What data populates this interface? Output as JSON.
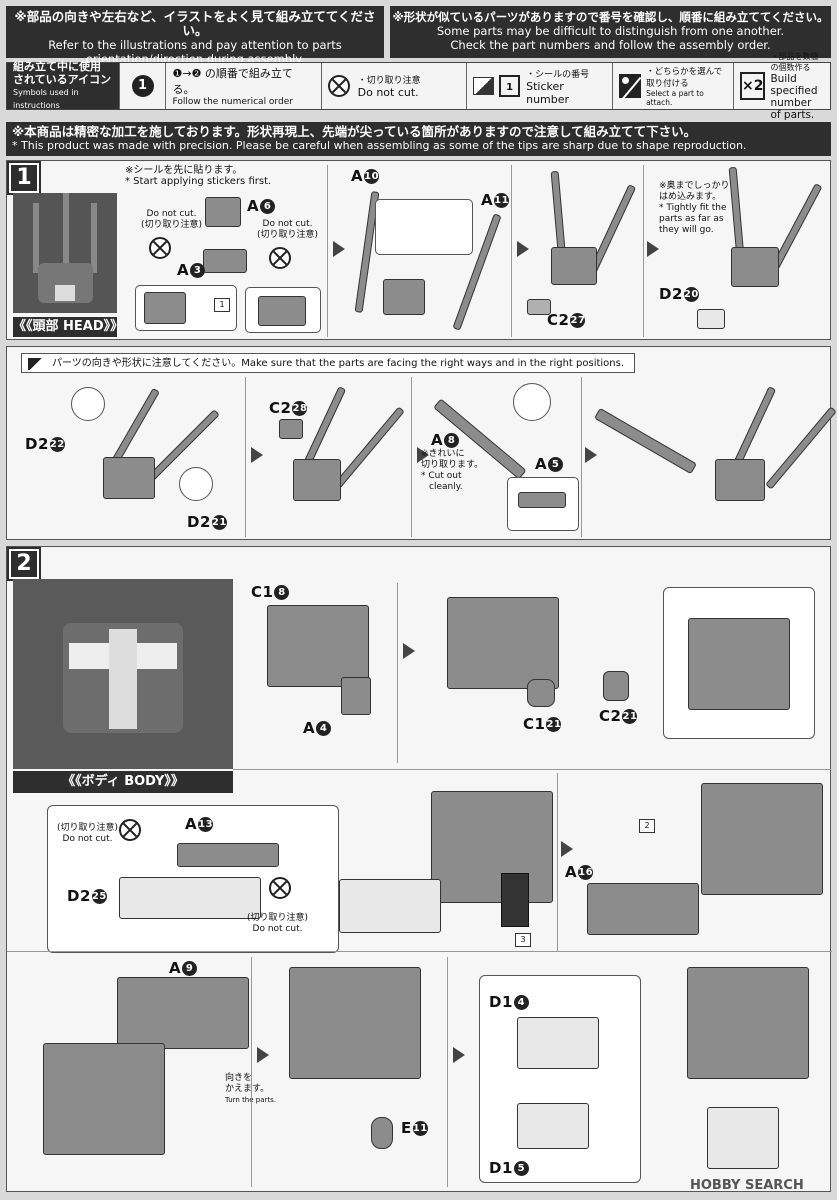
{
  "header": {
    "left_jp": "※部品の向きや左右など、イラストをよく見て組み立ててください。",
    "left_en1": "Refer to the illustrations and pay attention to parts",
    "left_en2": "orientation/direction during assembly.",
    "right_jp": "※形状が似ているパーツがありますので番号を確認し、順番に組み立ててください。",
    "right_en1": "Some parts may be difficult to distinguish from one another.",
    "right_en2": "Check the part numbers and follow the assembly order."
  },
  "icons": {
    "title_jp1": "組み立て中に使用",
    "title_jp2": "されているアイコン",
    "title_en": "Symbols used in instructions",
    "order_num": "1",
    "order_jp": "の順番で組み立てる。",
    "order_en": "Follow the numerical order",
    "nocut_jp": "・切り取り注意",
    "nocut_en": "Do not cut.",
    "sticker_box": "1",
    "sticker_jp": "・シールの番号",
    "sticker_en": "Sticker number",
    "select_jp1": "・どちらかを選んで",
    "select_jp2": "取り付ける",
    "select_en": "Select a part to attach.",
    "multi": "×2",
    "multi_jp": "・部品を数値の個数作る",
    "multi_en1": "Build specified",
    "multi_en2": "number of parts."
  },
  "precision": {
    "jp": "※本商品は精密な加工を施しております。形状再現上、先端が尖っている箇所がありますので注意して組み立てて下さい。",
    "en": "* This product was made with precision.  Please be careful when assembling as some of the tips are sharp due to shape reproduction."
  },
  "step1": {
    "num": "1",
    "caption": "《《頭部 HEAD》》",
    "sticker_first_jp": "※シールを先に貼ります。",
    "sticker_first_en": "* Start applying stickers first.",
    "do_not_cut_en": "Do not cut.",
    "do_not_cut_jp": "(切り取り注意)",
    "sticker_1": "1",
    "tight_jp1": "※奥までしっかり",
    "tight_jp2": "はめ込みます。",
    "tight_en1": "* Tightly fit the",
    "tight_en2": "parts as far as",
    "tight_en3": "they will go.",
    "facing_note": "パーツの向きや形状に注意してください。Make sure that the parts are facing the right ways and in the right positions.",
    "cut_clean_jp1": "※きれいに",
    "cut_clean_jp2": "切り取ります。",
    "cut_clean_en1": "* Cut out",
    "cut_clean_en2": "cleanly.",
    "labels": {
      "a6": [
        "A",
        "6"
      ],
      "a3": [
        "A",
        "3"
      ],
      "a10": [
        "A",
        "10"
      ],
      "a11": [
        "A",
        "11"
      ],
      "c27": [
        "C2",
        "27"
      ],
      "d20": [
        "D2",
        "20"
      ],
      "d22": [
        "D2",
        "22"
      ],
      "d21": [
        "D2",
        "21"
      ],
      "c28": [
        "C2",
        "28"
      ],
      "a8": [
        "A",
        "8"
      ],
      "a5": [
        "A",
        "5"
      ]
    }
  },
  "step2": {
    "num": "2",
    "caption": "《《ボディ BODY》》",
    "do_not_cut_jp": "(切り取り注意)",
    "do_not_cut_en": "Do not cut.",
    "sticker_2": "2",
    "sticker_3": "3",
    "turn_jp1": "向きを",
    "turn_jp2": "かえます。",
    "turn_en": "Turn the parts.",
    "labels": {
      "c18": [
        "C1",
        "8"
      ],
      "a4": [
        "A",
        "4"
      ],
      "c121": [
        "C1",
        "21"
      ],
      "c221": [
        "C2",
        "21"
      ],
      "a13": [
        "A",
        "13"
      ],
      "d25": [
        "D2",
        "25"
      ],
      "a16": [
        "A",
        "16"
      ],
      "a9": [
        "A",
        "9"
      ],
      "e11": [
        "E",
        "11"
      ],
      "d14": [
        "D1",
        "4"
      ],
      "d15": [
        "D1",
        "5"
      ]
    }
  },
  "watermark": "HOBBY SEARCH"
}
